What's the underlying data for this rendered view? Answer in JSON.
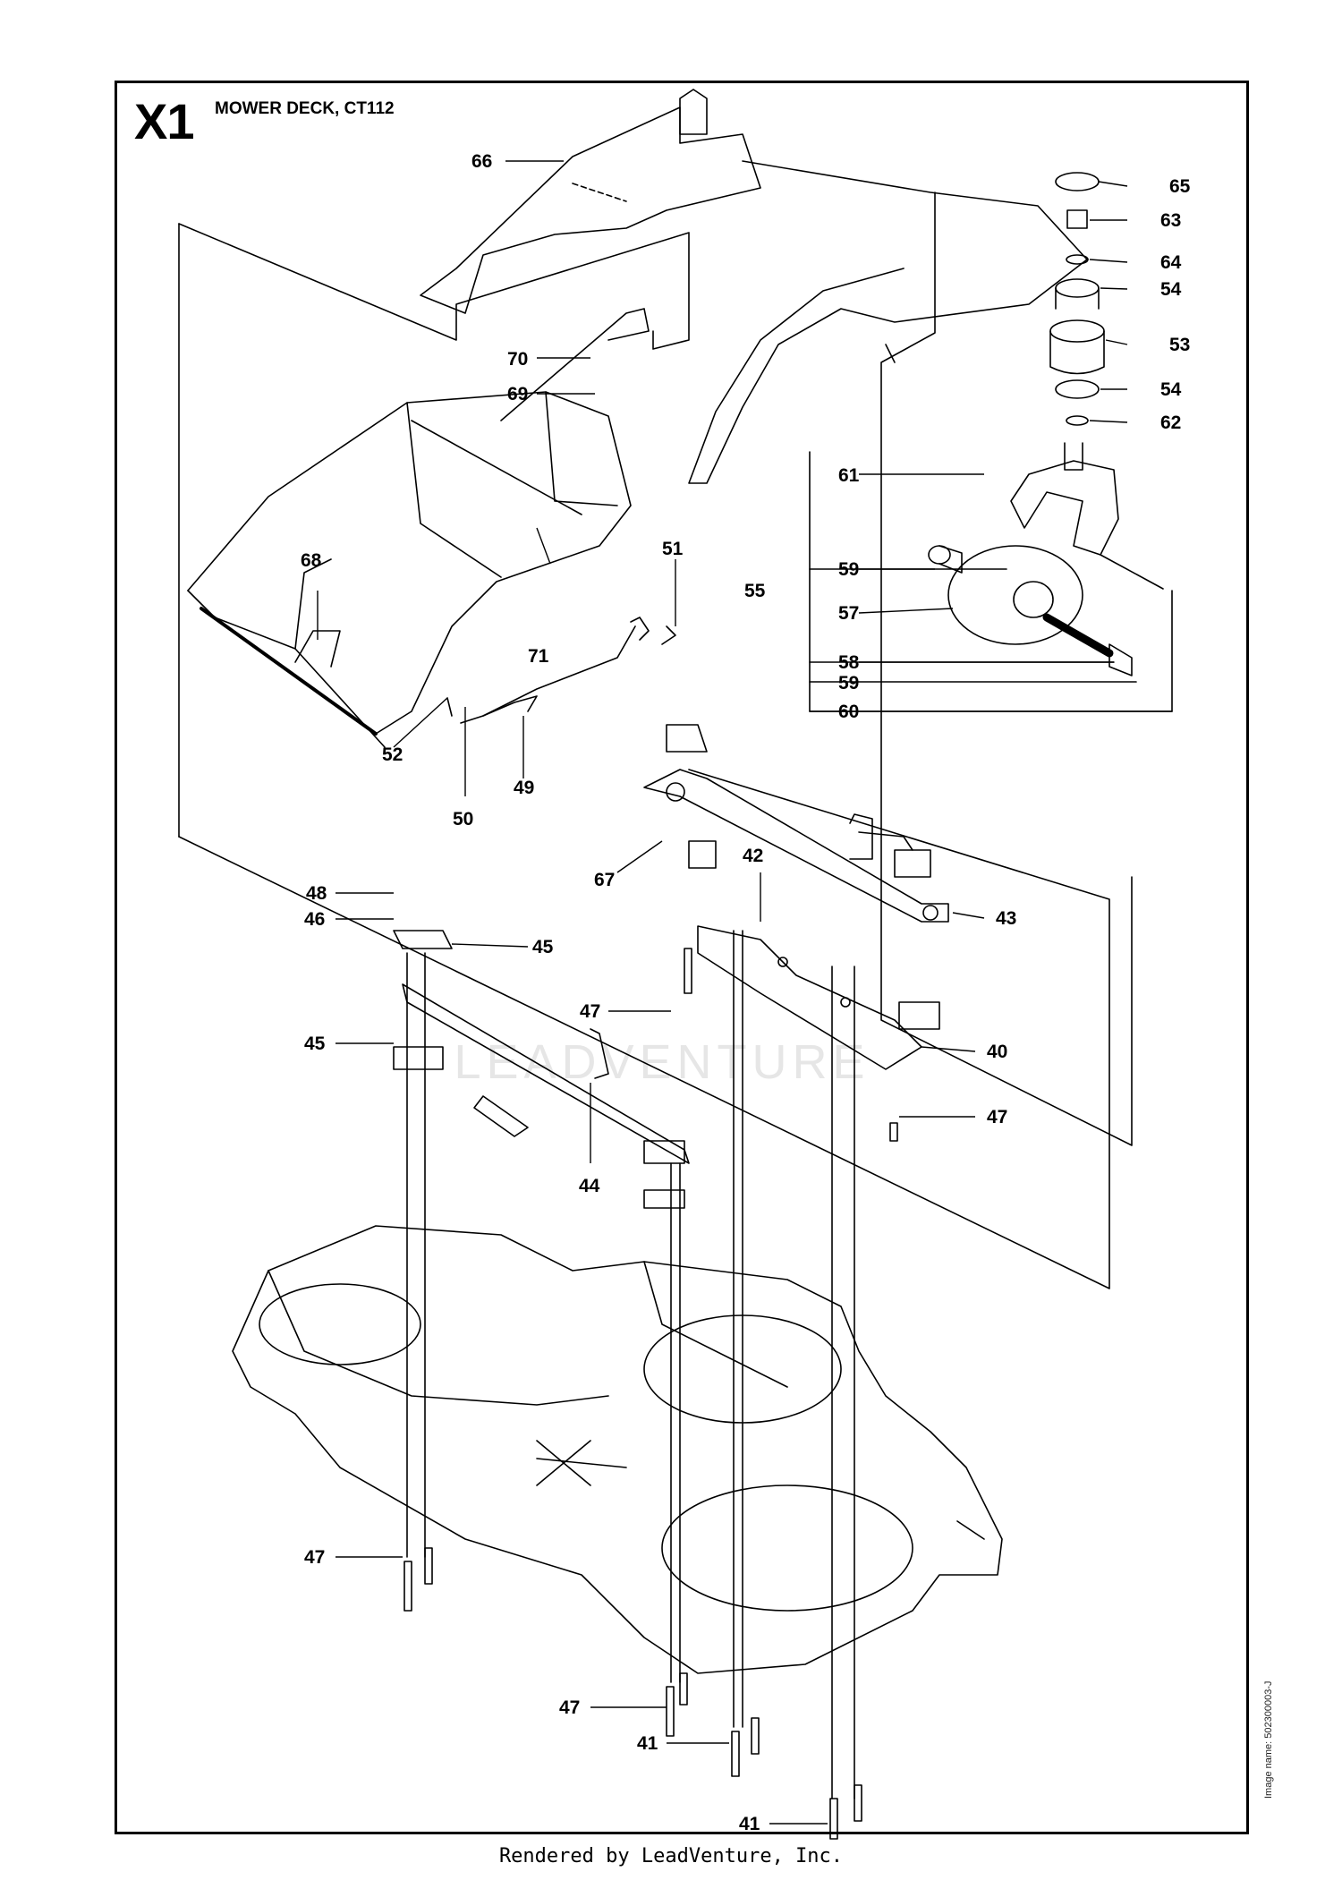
{
  "sheet": {
    "code": "X1",
    "title": "MOWER DECK, CT112"
  },
  "image_name": "Image name: 502300003-J",
  "footer": "Rendered by LeadVenture, Inc.",
  "watermark": "LEADVENTURE",
  "callouts": {
    "c40": "40",
    "c41a": "41",
    "c41b": "41",
    "c42": "42",
    "c43": "43",
    "c44": "44",
    "c45a": "45",
    "c45b": "45",
    "c46": "46",
    "c47a": "47",
    "c47b": "47",
    "c47c": "47",
    "c47d": "47",
    "c48": "48",
    "c49": "49",
    "c50": "50",
    "c51": "51",
    "c52": "52",
    "c53": "53",
    "c54a": "54",
    "c54b": "54",
    "c55": "55",
    "c57": "57",
    "c58": "58",
    "c59a": "59",
    "c59b": "59",
    "c60": "60",
    "c61": "61",
    "c62": "62",
    "c63": "63",
    "c64": "64",
    "c65": "65",
    "c66": "66",
    "c67": "67",
    "c68": "68",
    "c69": "69",
    "c70": "70",
    "c71": "71"
  }
}
